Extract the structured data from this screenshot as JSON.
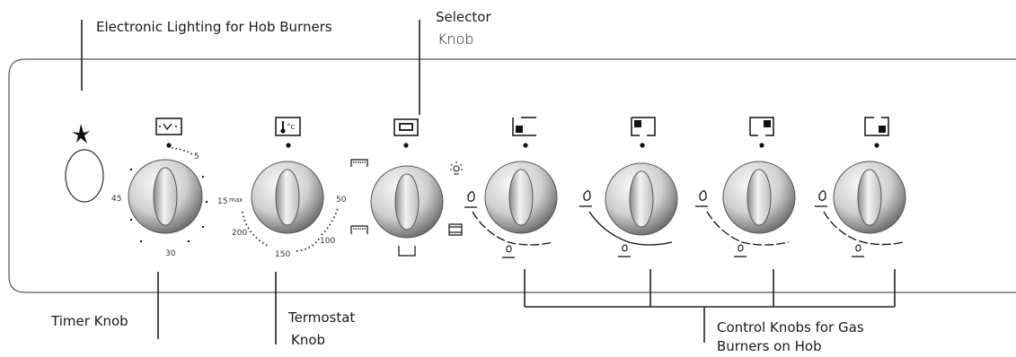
{
  "labels": {
    "electronic_lighting": "Electronic Lighting for Hob Burners",
    "selector_line1": "Selector",
    "selector_line2": "Knob",
    "timer_knob": "Timer Knob",
    "termostat_line1": "Termostat",
    "termostat_line2": "Knob",
    "control_knobs_line1": "Control Knobs for Gas",
    "control_knobs_line2": "Burners on Hob"
  },
  "timer_scale": {
    "v5": "5",
    "v45": "45",
    "v30": "30"
  },
  "thermostat_scale": {
    "v15": "15",
    "max": "max",
    "v50": "50",
    "v200": "200",
    "v150": "150",
    "v100": "100"
  },
  "knobs": [
    {
      "id": "timer",
      "icon": "timer-icon"
    },
    {
      "id": "thermostat",
      "icon": "thermometer-celsius-icon"
    },
    {
      "id": "selector",
      "icon": "oven-function-icon"
    },
    {
      "id": "burner-1",
      "icon": "burner-front-left-icon"
    },
    {
      "id": "burner-2",
      "icon": "burner-rear-left-icon"
    },
    {
      "id": "burner-3",
      "icon": "burner-rear-right-icon"
    },
    {
      "id": "burner-4",
      "icon": "burner-front-right-icon"
    }
  ],
  "colors": {
    "panel_border": "#555555",
    "knob_light": "#f4f4f4",
    "knob_dark": "#6e6e6e",
    "text": "#1a1a1a"
  }
}
